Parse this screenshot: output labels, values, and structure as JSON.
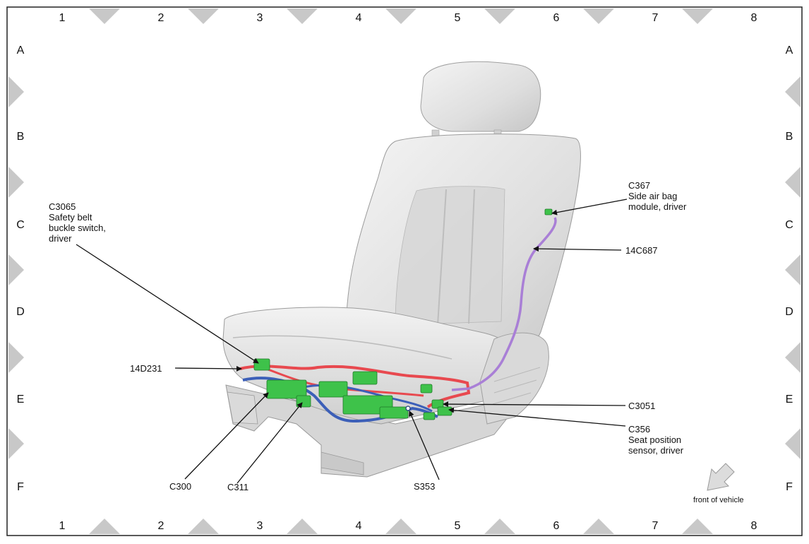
{
  "grid": {
    "columns": [
      "1",
      "2",
      "3",
      "4",
      "5",
      "6",
      "7",
      "8"
    ],
    "rows": [
      "A",
      "B",
      "C",
      "D",
      "E",
      "F"
    ]
  },
  "callouts": {
    "c3065": [
      "C3065",
      "Safety belt",
      "buckle switch,",
      "driver"
    ],
    "c367": [
      "C367",
      "Side air bag",
      "module, driver"
    ],
    "h14c687": [
      "14C687"
    ],
    "h14d231": [
      "14D231"
    ],
    "c3051": [
      "C3051"
    ],
    "c356": [
      "C356",
      "Seat position",
      "sensor, driver"
    ],
    "c300": [
      "C300"
    ],
    "c311": [
      "C311"
    ],
    "s353": [
      "S353"
    ]
  },
  "orientation": {
    "label": "front of vehicle"
  },
  "colors": {
    "frame": "#222222",
    "grid_marker": "#c8c8c8",
    "seat": "#e6e6e6",
    "seat_edge": "#9a9a9a",
    "harness_red": "#e8494f",
    "harness_blue": "#3c5fb8",
    "harness_purple": "#a97fd6",
    "connector_green": "#3ec24a"
  }
}
